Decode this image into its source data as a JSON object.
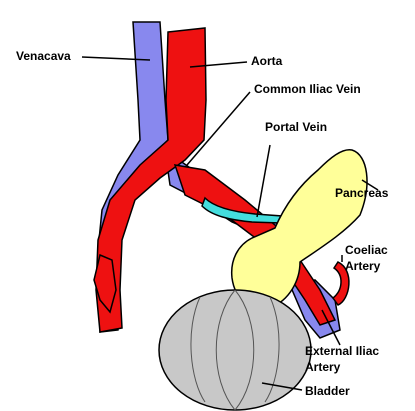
{
  "labels": {
    "venacava": "Venacava",
    "aorta": "Aorta",
    "common_iliac_vein": "Common Iliac Vein",
    "portal_vein": "Portal Vein",
    "pancreas": "Pancreas",
    "coeliac_artery_line1": "Coeliac",
    "coeliac_artery_line2": "Artery",
    "external_iliac_artery_line1": "External Iliac",
    "external_iliac_artery_line2": "Artery",
    "bladder": "Bladder"
  },
  "colors": {
    "artery": "#ee1111",
    "vein": "#8888ee",
    "portal_vein": "#44dddd",
    "pancreas": "#ffff99",
    "bladder": "#c8c8c8",
    "outline": "#000000"
  }
}
